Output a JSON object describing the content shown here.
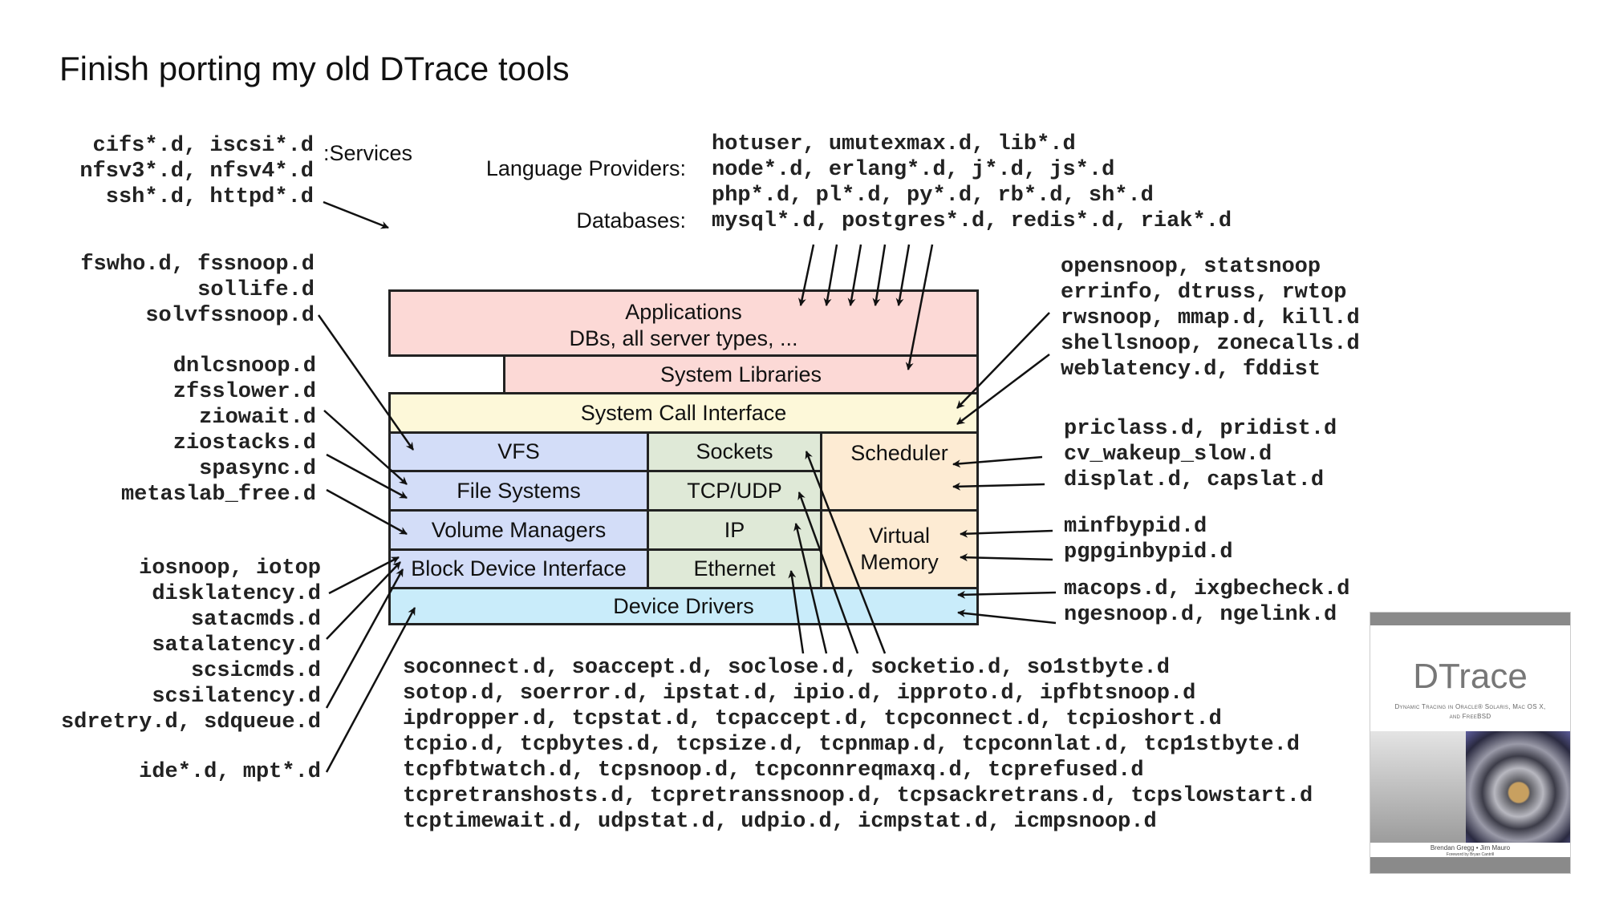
{
  "title": "Finish porting my old DTrace tools",
  "services": {
    "label": ":Services",
    "lines": [
      "cifs*.d, iscsi*.d",
      "nfsv3*.d, nfsv4*.d",
      "ssh*.d, httpd*.d"
    ]
  },
  "language": {
    "label": "Language Providers:",
    "db_label": "Databases:",
    "lines": [
      "hotuser, umutexmax.d, lib*.d",
      "node*.d, erlang*.d, j*.d, js*.d",
      "php*.d, pl*.d, py*.d, rb*.d, sh*.d",
      "mysql*.d, postgres*.d, redis*.d, riak*.d"
    ]
  },
  "left_fs": [
    "fswho.d, fssnoop.d",
    "sollife.d",
    "solvfssnoop.d"
  ],
  "left_zfs": [
    "dnlcsnoop.d",
    "zfsslower.d",
    "ziowait.d",
    "ziostacks.d",
    "spasync.d",
    "metaslab_free.d"
  ],
  "left_io": [
    "iosnoop, iotop",
    "disklatency.d",
    "satacmds.d",
    "satalatency.d",
    "scsicmds.d",
    "scsilatency.d",
    "sdretry.d, sdqueue.d"
  ],
  "left_ide": "ide*.d, mpt*.d",
  "right_syscall": [
    "opensnoop, statsnoop",
    "errinfo, dtruss, rwtop",
    "rwsnoop, mmap.d, kill.d",
    "shellsnoop, zonecalls.d",
    "weblatency.d, fddist"
  ],
  "right_sched": [
    "priclass.d, pridist.d",
    "cv_wakeup_slow.d",
    "displat.d, capslat.d"
  ],
  "right_vm": [
    "minfbypid.d",
    "pgpginbypid.d"
  ],
  "right_drivers": [
    "macops.d, ixgbecheck.d",
    "ngesnoop.d, ngelink.d"
  ],
  "network": [
    "soconnect.d, soaccept.d, soclose.d, socketio.d, so1stbyte.d",
    "sotop.d, soerror.d, ipstat.d, ipio.d, ipproto.d, ipfbtsnoop.d",
    "ipdropper.d, tcpstat.d, tcpaccept.d, tcpconnect.d, tcpioshort.d",
    "tcpio.d, tcpbytes.d, tcpsize.d, tcpnmap.d, tcpconnlat.d, tcp1stbyte.d",
    "tcpfbtwatch.d, tcpsnoop.d, tcpconnreqmaxq.d, tcprefused.d",
    "tcpretranshosts.d, tcpretranssnoop.d, tcpsackretrans.d, tcpslowstart.d",
    "tcptimewait.d, udpstat.d, udpio.d, icmpstat.d, icmpsnoop.d"
  ],
  "stack": {
    "applications": "Applications",
    "applications_sub": "DBs, all server types, ...",
    "system_libraries": "System Libraries",
    "syscall": "System Call Interface",
    "vfs": "VFS",
    "file_systems": "File Systems",
    "volume_managers": "Volume Managers",
    "block_device": "Block Device Interface",
    "sockets": "Sockets",
    "tcp_udp": "TCP/UDP",
    "ip": "IP",
    "ethernet": "Ethernet",
    "scheduler": "Scheduler",
    "virtual_memory": "Virtual Memory",
    "device_drivers": "Device Drivers"
  },
  "colors": {
    "apps": "#fcd9d6",
    "syscall": "#fdf8d9",
    "storage": "#d3ddf8",
    "network": "#dfe9d7",
    "kernel": "#fdebd3",
    "drivers": "#c9ecfa"
  },
  "book": {
    "title": "DTrace",
    "subtitle": "Dynamic Tracing in Oracle® Solaris, Mac OS X, and FreeBSD",
    "authors": "Brendan Gregg • Jim Mauro",
    "foreword": "Foreword by Bryan Cantrill"
  }
}
